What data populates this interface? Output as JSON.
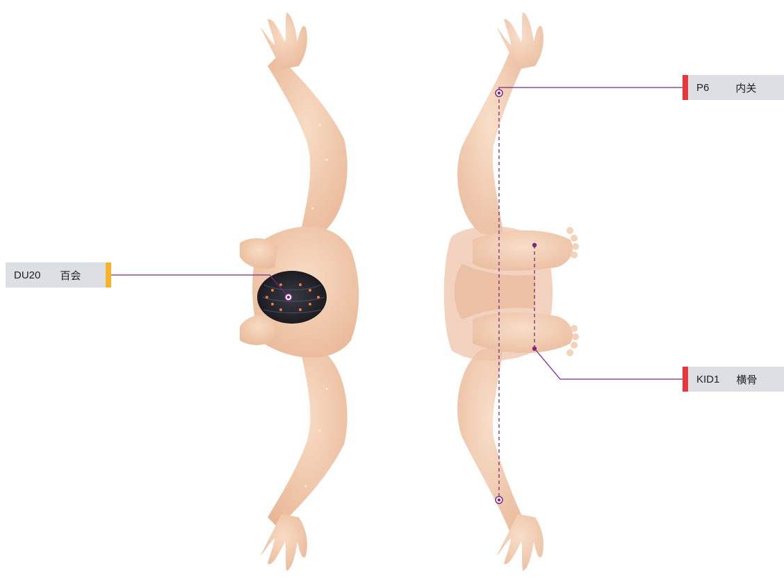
{
  "colors": {
    "skin": "#f3cfb3",
    "skin_shade": "#e6b493",
    "hair": "#2b2b31",
    "line": "#7b2a7f",
    "marker_du": "#f7b12a",
    "marker_other": "#e8373c",
    "label_bg": "#dcdfe3"
  },
  "points": [
    {
      "code": "DU20",
      "name": "百会"
    },
    {
      "code": "P6",
      "name": "内关"
    },
    {
      "code": "KID1",
      "name": "横骨"
    }
  ]
}
